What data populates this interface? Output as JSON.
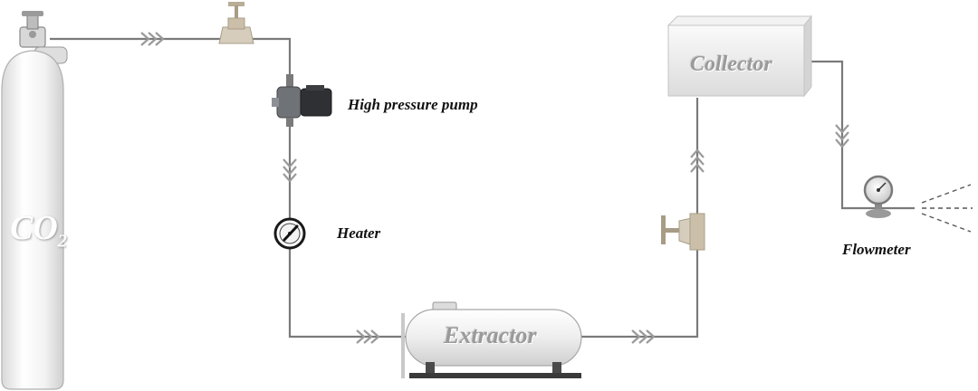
{
  "labels": {
    "cylinder": "CO",
    "cylinder_sub": "2",
    "pump": "High pressure pump",
    "heater": "Heater",
    "extractor": "Extractor",
    "collector": "Collector",
    "flowmeter": "Flowmeter"
  },
  "colors": {
    "pipe": "#7a7a7a",
    "arrow": "#9a9a9a",
    "valve": "#c8bfae",
    "equipment": "#e6e6e6",
    "label": "#111111"
  },
  "icons": [
    "gas-cylinder-icon",
    "valve-icon",
    "pump-icon",
    "heater-gauge-icon",
    "extractor-tank-icon",
    "collector-box-icon",
    "flowmeter-gauge-icon"
  ]
}
